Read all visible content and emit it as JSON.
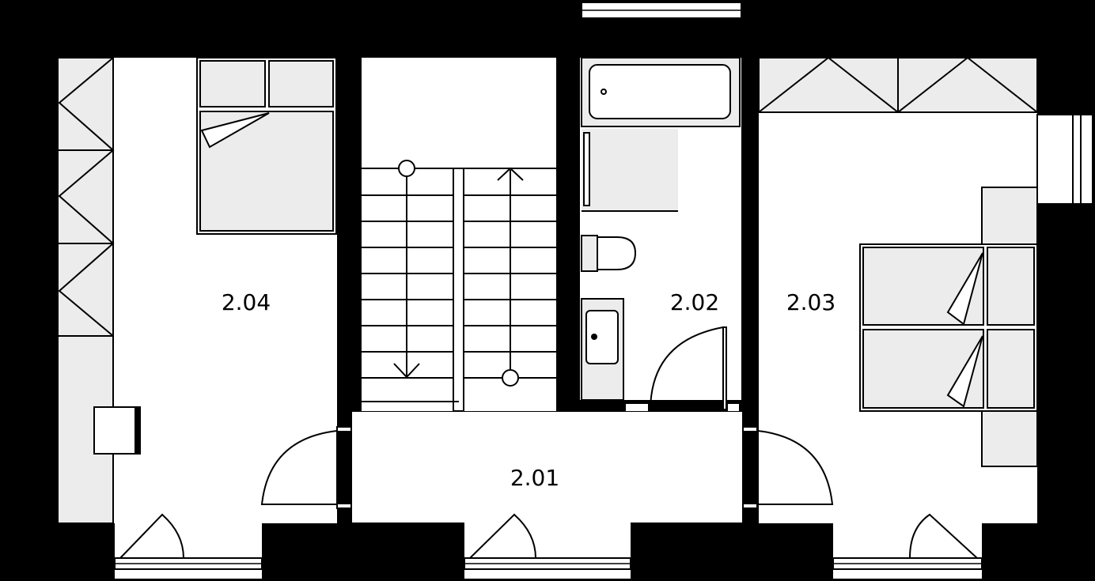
{
  "rooms": [
    {
      "id": "2.01",
      "label": "2.01"
    },
    {
      "id": "2.02",
      "label": "2.02"
    },
    {
      "id": "2.03",
      "label": "2.03"
    },
    {
      "id": "2.04",
      "label": "2.04"
    }
  ],
  "colors": {
    "wall": "#000000",
    "floor": "#ffffff",
    "furniture_fill": "#ececec"
  }
}
